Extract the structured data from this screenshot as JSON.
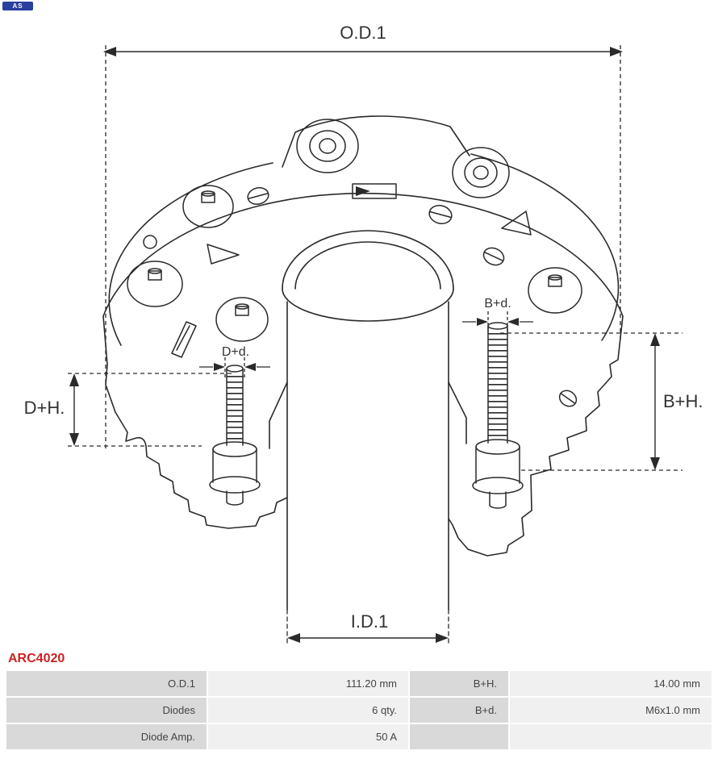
{
  "logo": {
    "text": "AS"
  },
  "part_number": "ARC4020",
  "diagram": {
    "od1": "O.D.1",
    "id1": "I.D.1",
    "dh": "D+H.",
    "bh": "B+H.",
    "dd": "D+d.",
    "bd": "B+d."
  },
  "table": {
    "rows": [
      {
        "l1": "O.D.1",
        "v1": "111.20 mm",
        "l2": "B+H.",
        "v2": "14.00 mm"
      },
      {
        "l1": "Diodes",
        "v1": "6 qty.",
        "l2": "B+d.",
        "v2": "M6x1.0 mm"
      },
      {
        "l1": "Diode Amp.",
        "v1": "50 A",
        "l2": "",
        "v2": ""
      }
    ]
  },
  "colors": {
    "accent_red": "#cc2222",
    "label_cell_bg": "#d9d9d9",
    "value_cell_bg": "#f0f0f0",
    "logo_bg": "#2b3f9e",
    "line": "#2a2a2a"
  }
}
